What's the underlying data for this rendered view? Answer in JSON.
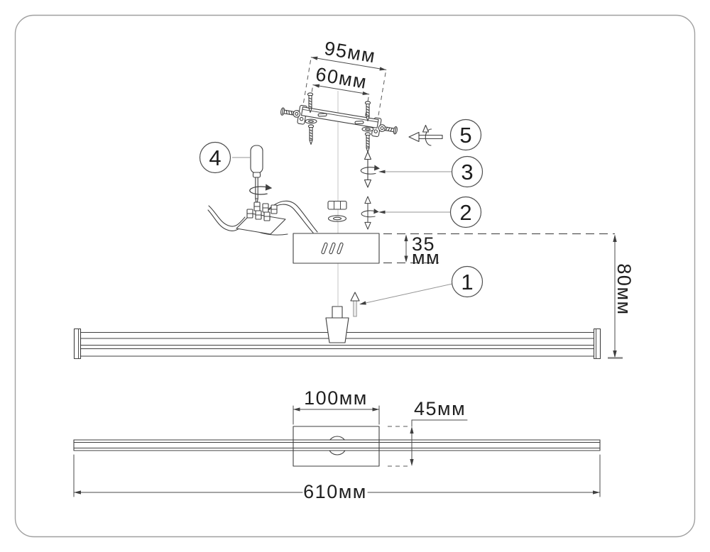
{
  "drawing": {
    "type": "installation-diagram",
    "product": "wall-mounted linear picture light",
    "dimensions": {
      "bracket_width": "95мм",
      "hole_spacing": "60мм",
      "box_depth_value": "35",
      "box_depth_unit": "мм",
      "wall_offset": "80мм",
      "plate_width": "100мм",
      "plate_height": "45мм",
      "fixture_length": "610мм"
    },
    "callouts": [
      {
        "label": "1"
      },
      {
        "label": "2"
      },
      {
        "label": "3"
      },
      {
        "label": "4"
      },
      {
        "label": "5"
      }
    ],
    "colors": {
      "line": "#3f3f3f",
      "text": "#1f1f1f",
      "border": "#a0a0a0",
      "leader": "#949494",
      "centerline": "#c6c6c6",
      "background": "#ffffff"
    }
  }
}
